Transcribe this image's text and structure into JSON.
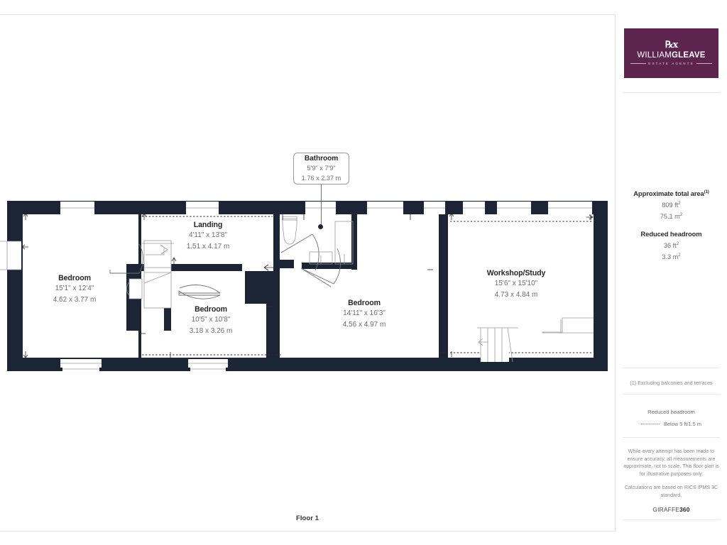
{
  "brand": {
    "logo_name_thin": "WILLIAM",
    "logo_name_bold": "GLEAVE",
    "logo_subtitle": "ESTATE AGENTS",
    "logo_bg_color": "#5E2450"
  },
  "sidebar": {
    "area": {
      "title": "Approximate total area",
      "title_sup": "(1)",
      "value_ft": "809 ft",
      "value_ft_sup": "2",
      "value_m": "75.1 m",
      "value_m_sup": "2"
    },
    "reduced_headroom": {
      "title": "Reduced headroom",
      "value_ft": "36 ft",
      "value_ft_sup": "2",
      "value_m": "3.3 m",
      "value_m_sup": "2"
    },
    "footnote": "(1) Excluding balconies and terraces",
    "legend": {
      "title": "Reduced headroom",
      "item_label": "Below 5 ft/1.5 m"
    },
    "disclaimer": "While every attempt has been made to ensure accuracy, all measurements are approximate, not to scale. This floor plan is for illustrative purposes only.",
    "calc_note": "Calculations are based on RICS IPMS 3C standard.",
    "provider_prefix": "GIRAFFE",
    "provider_suffix": "360"
  },
  "plan": {
    "floor_label": "Floor 1",
    "wall_color": "#1C2536",
    "rooms": [
      {
        "name": "Bedroom",
        "dim_imperial": "15'1\" x 12'4\"",
        "dim_metric": "4.62 x 3.77 m"
      },
      {
        "name": "Landing",
        "dim_imperial": "4'11\" x 13'8\"",
        "dim_metric": "1.51 x 4.17 m"
      },
      {
        "name": "Bedroom",
        "dim_imperial": "10'5\" x 10'8\"",
        "dim_metric": "3.18 x 3.26 m"
      },
      {
        "name": "Bathroom",
        "dim_imperial": "5'9\" x 7'9\"",
        "dim_metric": "1.76 x 2.37 m"
      },
      {
        "name": "Bedroom",
        "dim_imperial": "14'11\" x 16'3\"",
        "dim_metric": "4.56 x 4.97 m"
      },
      {
        "name": "Workshop/Study",
        "dim_imperial": "15'6\" x 15'10\"",
        "dim_metric": "4.73 x 4.84 m"
      }
    ]
  }
}
